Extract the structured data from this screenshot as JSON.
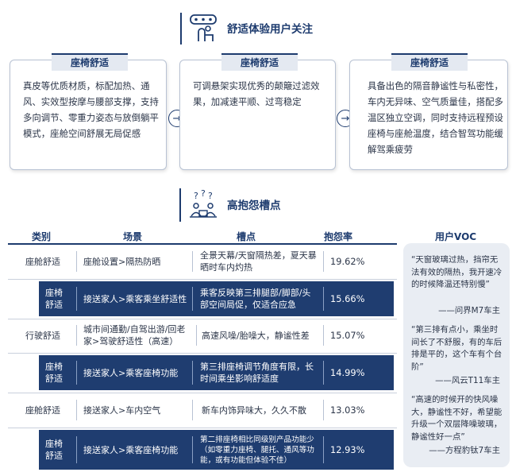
{
  "section1": {
    "title": "舒适体验用户关注"
  },
  "cards": [
    {
      "tag": "座椅舒适",
      "text": "真皮等优质材质，标配加热、通风、实效型按摩与腰部支撑，支持多向调节、零重力姿态与放倒躺平模式，座舱空间舒展无局促感"
    },
    {
      "tag": "座椅舒适",
      "text": "可调悬架实现优秀的颠簸过滤效果，加减速平顺、过弯稳定"
    },
    {
      "tag": "座椅舒适",
      "text": "具备出色的隔音静谧性与私密性，车内无异味、空气质量佳，搭配多温区独立空调，同时支持远程预设座椅与座舱温度，结合智驾功能缓解驾乘疲劳"
    }
  ],
  "section2": {
    "title": "高抱怨槽点"
  },
  "table": {
    "headers": {
      "category": "类别",
      "scene": "场景",
      "pain": "槽点",
      "rate": "抱怨率",
      "voc": "用户VOC"
    },
    "rows": [
      {
        "category": "座舱舒适",
        "scene": "座舱设置>隔热防晒",
        "pain": "全景天幕/天窗隔热差，夏天暴晒时车内灼热",
        "rate": "19.62%",
        "dark": false
      },
      {
        "category": "座椅舒适",
        "scene": "接送家人>乘客乘坐舒适性",
        "pain": "乘客反映第三排腿部/脚部/头部空间局促，仅适合应急",
        "rate": "15.66%",
        "dark": true
      },
      {
        "category": "行驶舒适",
        "scene": "城市间通勤/自驾出游/回老家>驾驶舒适性（高速）",
        "pain": "高速风噪/胎噪大，静谧性差",
        "rate": "15.07%",
        "dark": false
      },
      {
        "category": "座椅舒适",
        "scene": "接送家人>乘客座椅功能",
        "pain": "第三排座椅调节角度有限，长时间乘坐影响舒适度",
        "rate": "14.99%",
        "dark": true
      },
      {
        "category": "座舱舒适",
        "scene": "接送家人>车内空气",
        "pain": "新车内饰异味大，久久不散",
        "rate": "13.03%",
        "dark": false
      },
      {
        "category": "座椅舒适",
        "scene": "接送家人>乘客座椅功能",
        "pain": "第二排座椅相比同级别产品功能少（如零重力座椅、腿托、通风等功能，或有功能但体验不佳）",
        "rate": "12.93%",
        "dark": true
      }
    ]
  },
  "voc": [
    {
      "quote": "“天窗玻璃过热，挡帘无法有效的隔热，我开速冷的时候降温还特别慢”",
      "author": "——问界M7车主"
    },
    {
      "quote": "“第三排有点小，乘坐时间长了不舒服，有的车后排是平的，这个车有个台阶”",
      "author": "——风云T11车主"
    },
    {
      "quote": "“高速的时候开的快风噪大，静谧性不好，希望能升级一个双层降噪玻璃，静谧性好一点”",
      "author": "——方程豹钛7车主"
    }
  ]
}
